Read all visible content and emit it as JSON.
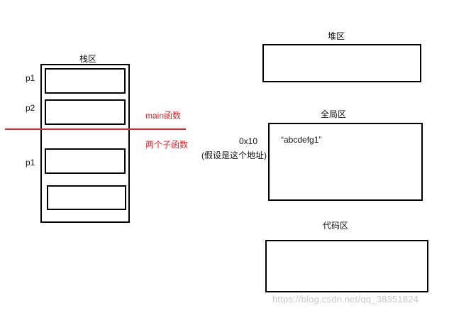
{
  "stack": {
    "title": "栈区",
    "slot_labels": [
      "p1",
      "p2",
      "p1"
    ]
  },
  "heap": {
    "title": "堆区"
  },
  "global": {
    "title": "全局区",
    "address": "0x10",
    "address_note": "(假设是这个地址)",
    "content": "“abcdefg1”"
  },
  "code": {
    "title": "代码区"
  },
  "divider": {
    "above_label": "main函数",
    "below_label": "两个子函数",
    "color": "#e0242b"
  },
  "watermark": "https://blog.csdn.net/qq_38351824"
}
